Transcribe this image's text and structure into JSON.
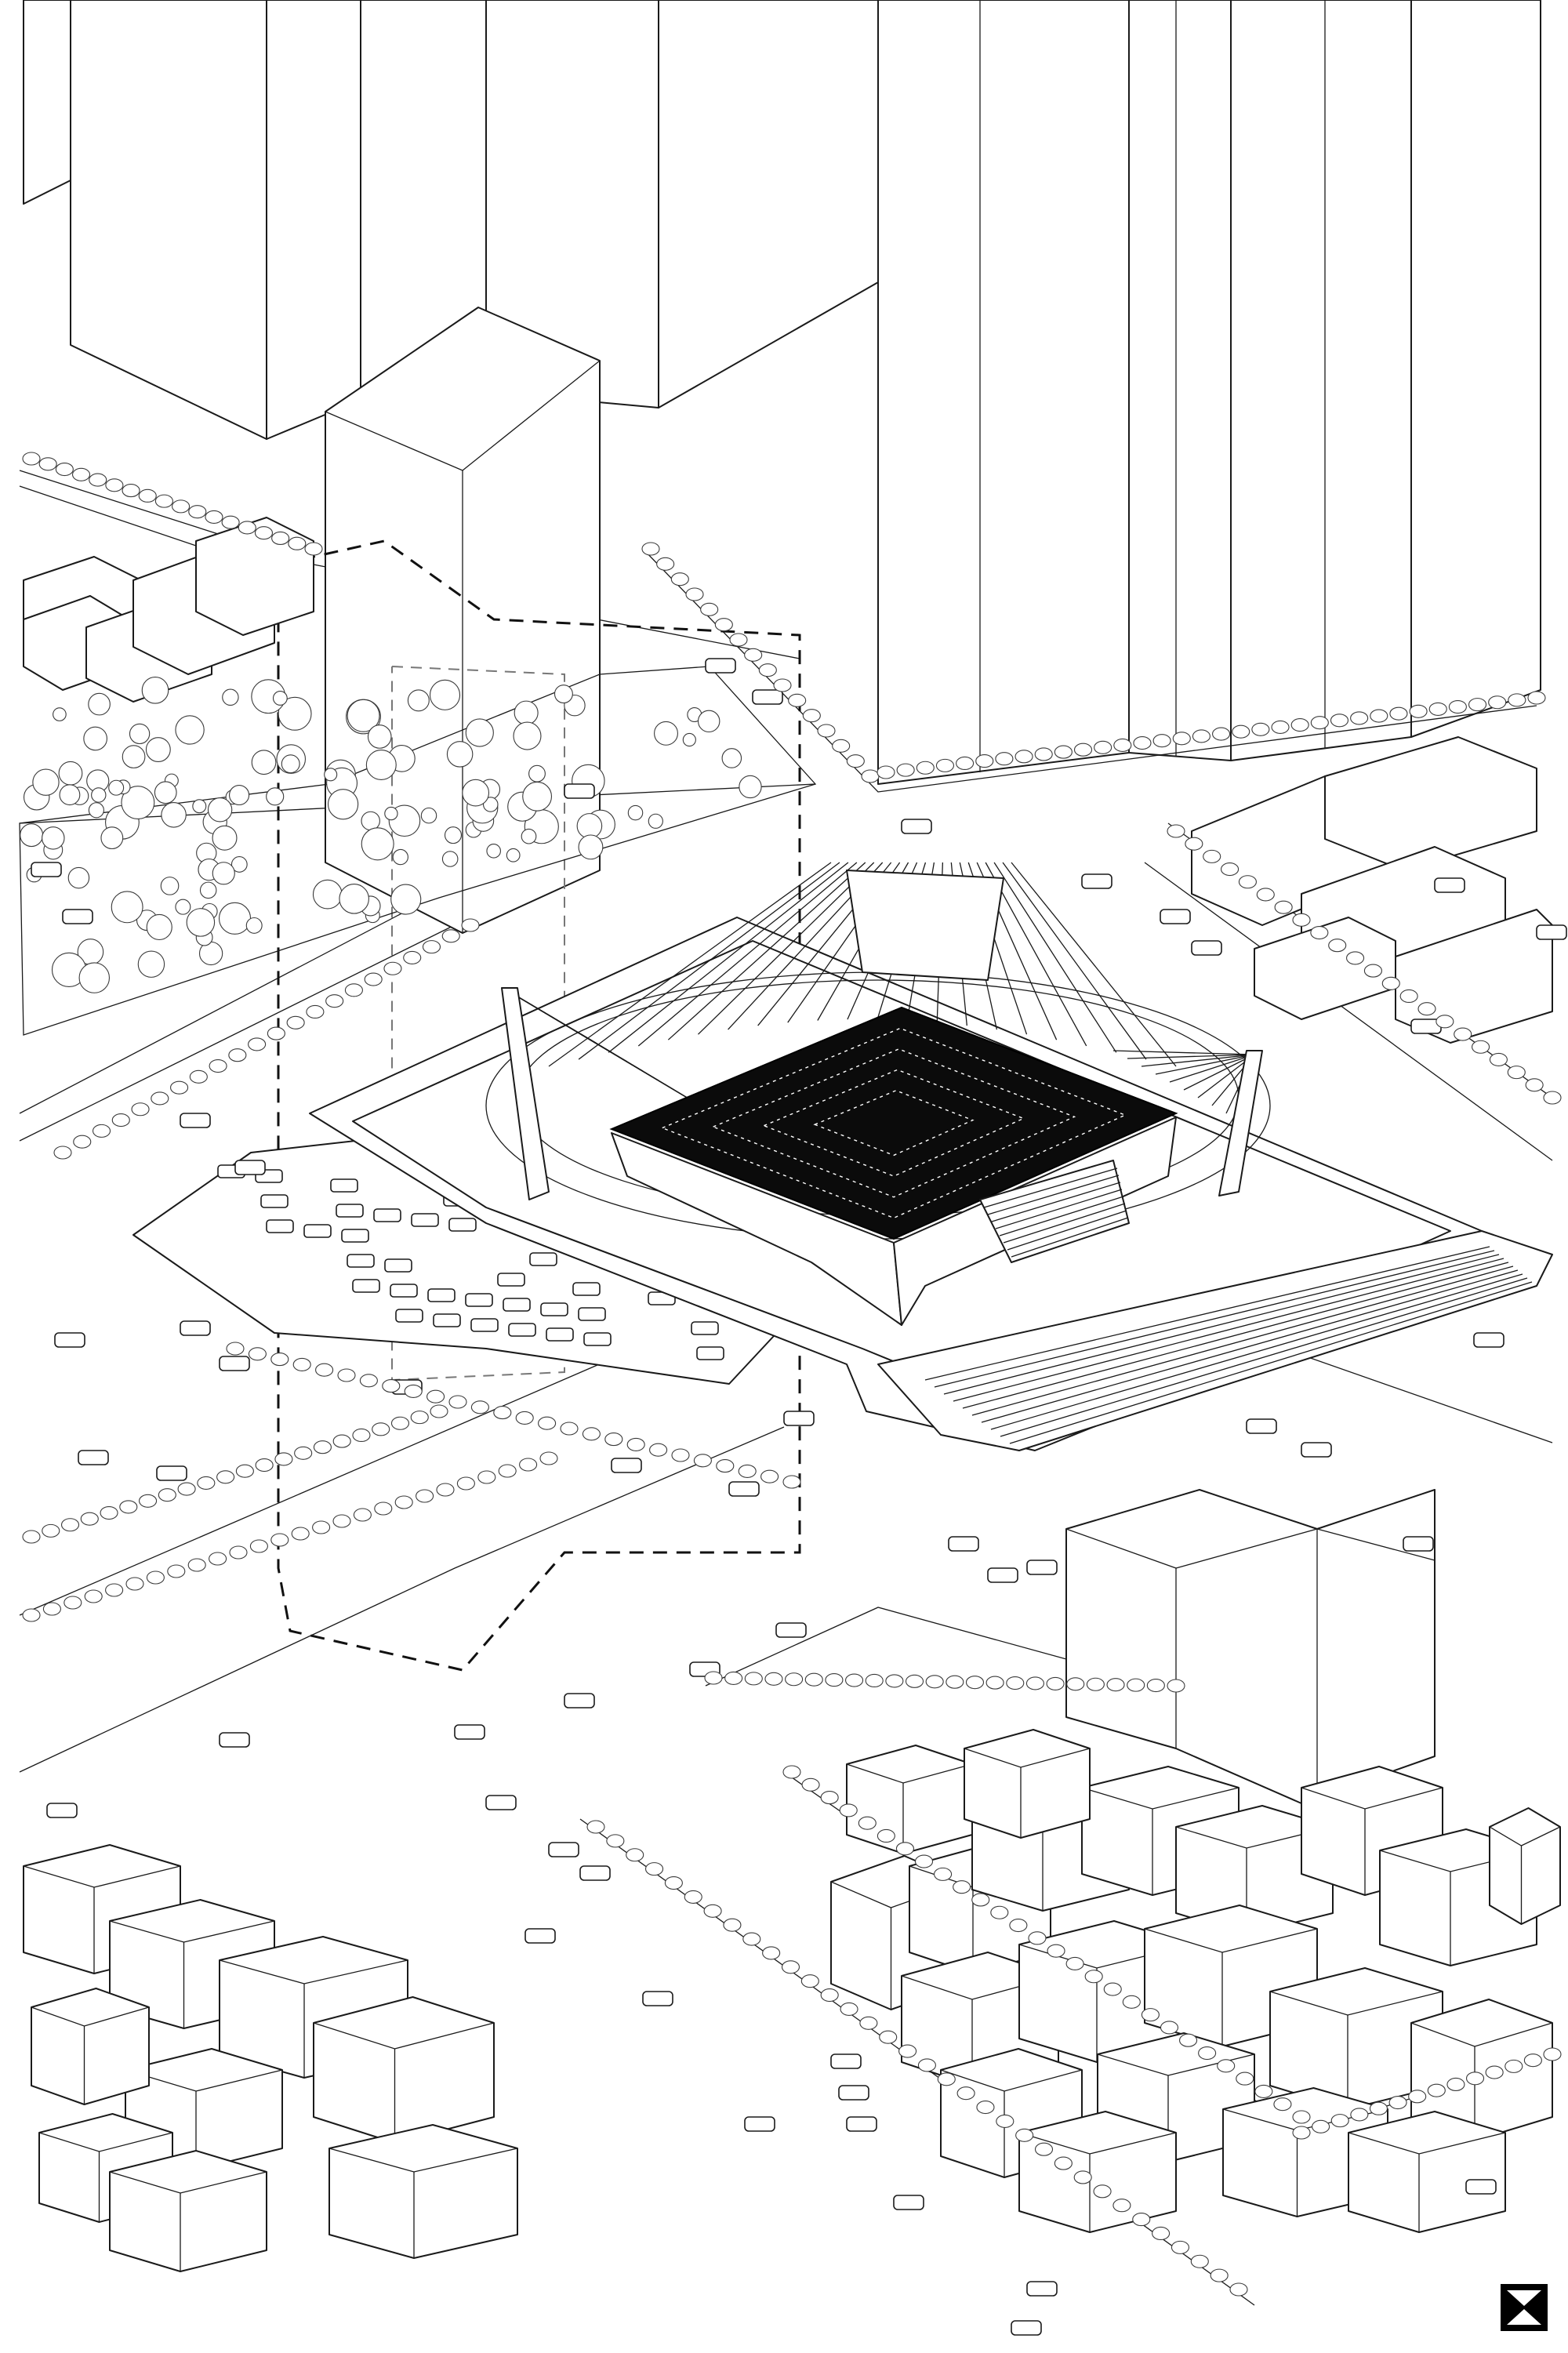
{
  "drawing": {
    "style": "axonometric line drawing",
    "palette": {
      "ink": "#1a1a1a",
      "paper": "#ffffff",
      "bowl_fill": "#0b0b0b",
      "dashed_outline": "#111111"
    },
    "elements": [
      "stadium",
      "tower",
      "high-rise-cluster",
      "park",
      "parking-lot",
      "roads",
      "low-rise-blocks",
      "dashed-site-outline"
    ]
  },
  "logo": {
    "icon": "x-square-icon"
  }
}
